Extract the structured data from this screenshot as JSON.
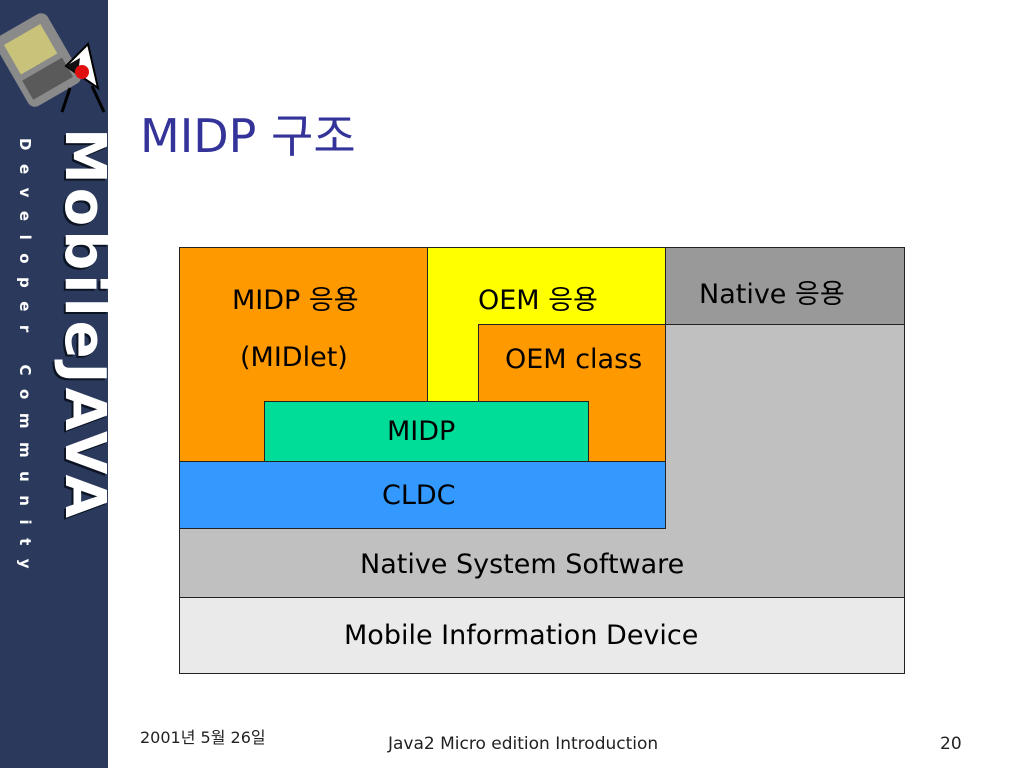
{
  "sidebar": {
    "logo_big": "MobileJAVA",
    "logo_small": "Developer Community"
  },
  "title": "MIDP 구조",
  "diagram": {
    "midp_app": {
      "line1": "MIDP 응용",
      "line2": "(MIDlet)",
      "color": "#ff9900"
    },
    "oem_app": {
      "label": "OEM 응용",
      "color": "#ffff00"
    },
    "native_app": {
      "label": "Native 응용",
      "color": "#999999"
    },
    "oem_class": {
      "label": "OEM class",
      "color": "#ff9900"
    },
    "midp": {
      "label": "MIDP",
      "color": "#00dd99"
    },
    "cldc": {
      "label": "CLDC",
      "color": "#3399ff"
    },
    "native_system": {
      "label": "Native System Software",
      "color": "#c0c0c0"
    },
    "mobile_device": {
      "label": "Mobile Information Device",
      "color": "#eaeaea"
    }
  },
  "footer": {
    "date": "2001년 5월 26일",
    "center": "Java2 Micro edition Introduction",
    "page": "20"
  }
}
